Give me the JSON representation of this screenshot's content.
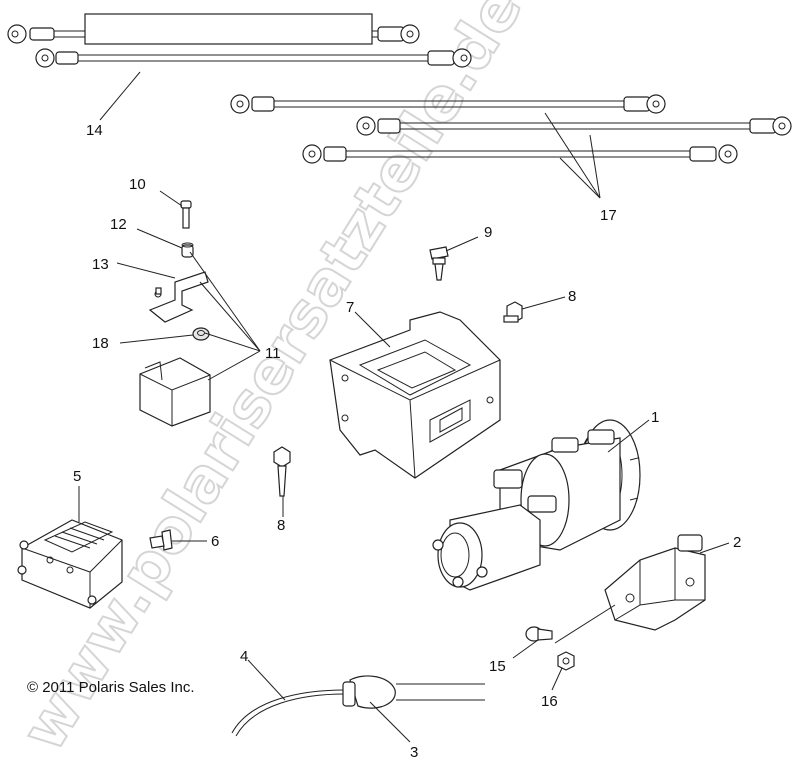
{
  "copyright": "© 2011 Polaris Sales Inc.",
  "watermark": "www.polarisersatzteile.de",
  "callouts": [
    {
      "id": "c1",
      "text": "1"
    },
    {
      "id": "c2",
      "text": "2"
    },
    {
      "id": "c3",
      "text": "3"
    },
    {
      "id": "c4",
      "text": "4"
    },
    {
      "id": "c5",
      "text": "5"
    },
    {
      "id": "c6",
      "text": "6"
    },
    {
      "id": "c7",
      "text": "7"
    },
    {
      "id": "c8a",
      "text": "8"
    },
    {
      "id": "c8b",
      "text": "8"
    },
    {
      "id": "c9",
      "text": "9"
    },
    {
      "id": "c10",
      "text": "10"
    },
    {
      "id": "c11",
      "text": "11"
    },
    {
      "id": "c12",
      "text": "12"
    },
    {
      "id": "c13",
      "text": "13"
    },
    {
      "id": "c14",
      "text": "14"
    },
    {
      "id": "c15",
      "text": "15"
    },
    {
      "id": "c16",
      "text": "16"
    },
    {
      "id": "c17",
      "text": "17"
    },
    {
      "id": "c18",
      "text": "18"
    }
  ]
}
